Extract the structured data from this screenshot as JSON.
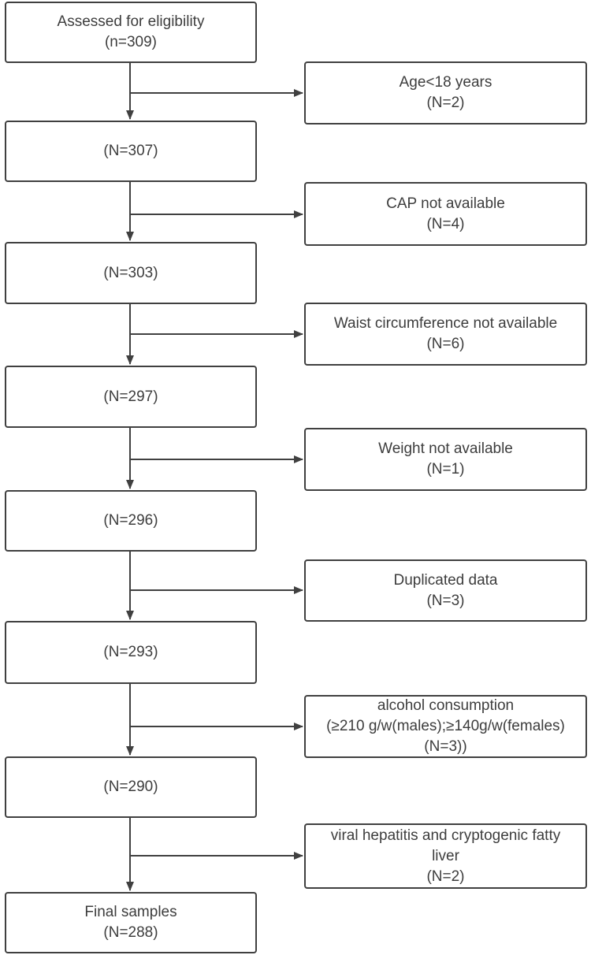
{
  "colors": {
    "line": "#404040",
    "text": "#3d3d3d",
    "background": "#ffffff"
  },
  "main_boxes": [
    {
      "label": "Assessed for eligibility\n(n=309)"
    },
    {
      "label": "(N=307)"
    },
    {
      "label": "(N=303)"
    },
    {
      "label": "(N=297)"
    },
    {
      "label": "(N=296)"
    },
    {
      "label": "(N=293)"
    },
    {
      "label": "(N=290)"
    },
    {
      "label": "Final samples\n(N=288)"
    }
  ],
  "exclusion_boxes": [
    {
      "label": "Age<18 years\n(N=2)"
    },
    {
      "label": "CAP not available\n(N=4)"
    },
    {
      "label": "Waist circumference not available\n(N=6)"
    },
    {
      "label": "Weight not available\n(N=1)"
    },
    {
      "label": "Duplicated data\n(N=3)"
    },
    {
      "label": "alcohol consumption\n(≥210 g/w(males);≥140g/w(females)\n(N=3))"
    },
    {
      "label": "viral hepatitis and cryptogenic fatty\nliver\n(N=2)"
    }
  ]
}
